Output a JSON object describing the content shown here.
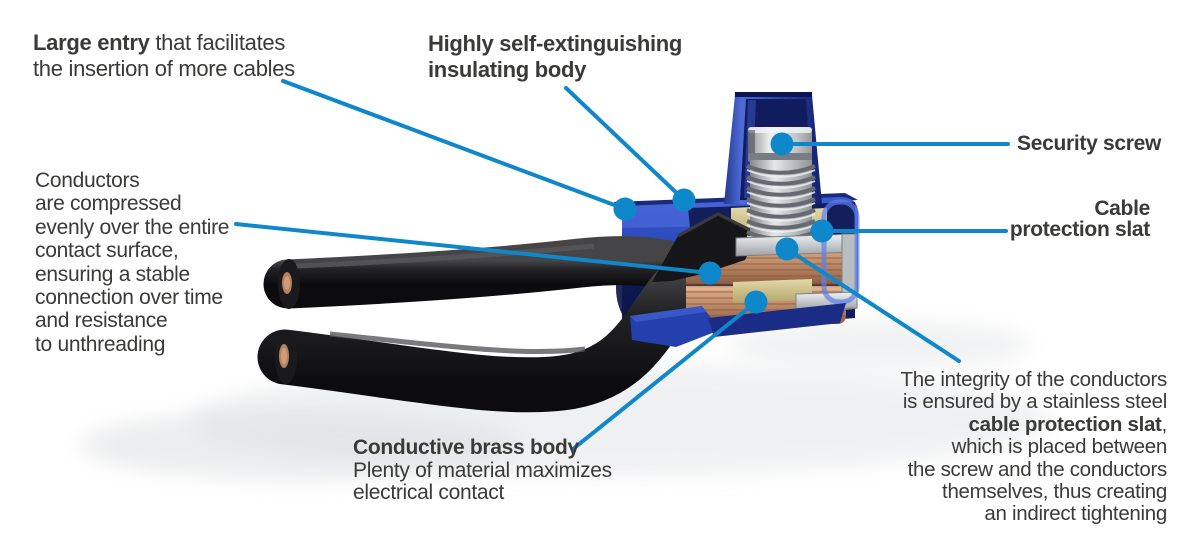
{
  "colors": {
    "accent_blue": "#0f87cb",
    "text": "#3a3a38",
    "background": "#ffffff",
    "body_blue": "#2b49b8",
    "body_navy": "#131f66",
    "copper": "#b5805f",
    "brass": "#c6ba85",
    "steel": "#cdd1d3",
    "cable_black": "#1b1b1d"
  },
  "annotations": {
    "large_entry": {
      "bold": "Large entry",
      "regular": " that facilitates",
      "line2": "the insertion of more cables"
    },
    "insulating_body": {
      "line1": "Highly self-extinguishing",
      "line2": "insulating body"
    },
    "security_screw": {
      "label": "Security screw"
    },
    "protection_slat": {
      "line1": "Cable",
      "line2": "protection slat"
    },
    "conductors": {
      "lines": [
        "Conductors",
        "are compressed",
        "evenly over the entire",
        "contact surface,",
        "ensuring a stable",
        "connection over time",
        "and resistance",
        "to unthreading"
      ]
    },
    "brass_body": {
      "title": "Conductive brass body",
      "line2": "Plenty of material maximizes",
      "line3": "electrical contact"
    },
    "integrity": {
      "line1": "The integrity of the conductors",
      "line2": "is ensured by a stainless steel",
      "bold3": "cable protection slat",
      "tail3": ",",
      "line4": "which is placed between",
      "line5": "the screw and the conductors",
      "line6": "themselves, thus creating",
      "line7": "an indirect tightening"
    }
  },
  "figure": {
    "parts": [
      "large-cable-entry",
      "insulating-body",
      "security-screw",
      "cable-protection-slat",
      "copper-conductors",
      "conductive-brass-body",
      "black-cables"
    ]
  }
}
